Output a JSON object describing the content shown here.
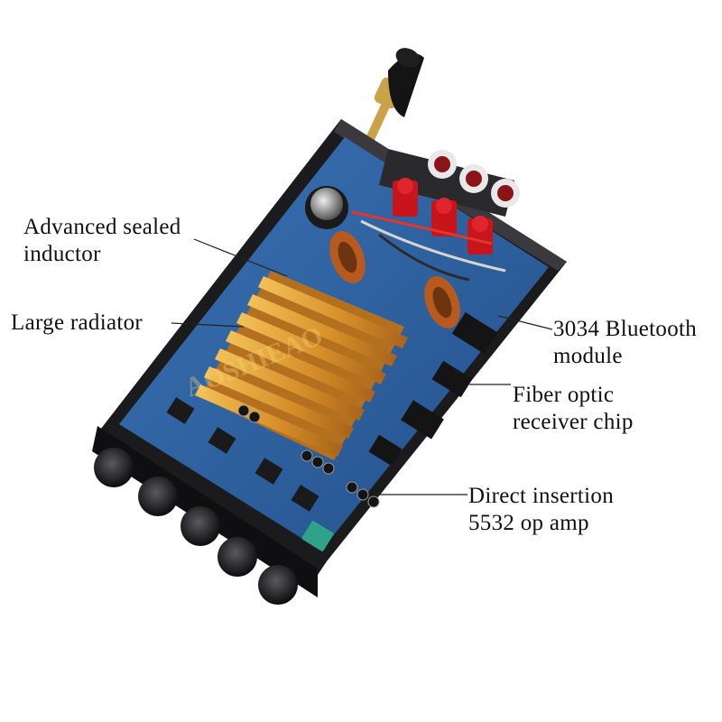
{
  "labels": {
    "inductor": {
      "line1": "Advanced sealed",
      "line2": "inductor"
    },
    "radiator": {
      "line1": "Large radiator"
    },
    "bluetooth": {
      "line1": "3034 Bluetooth",
      "line2": "module"
    },
    "fiber": {
      "line1": "Fiber optic",
      "line2": "receiver chip"
    },
    "opamp": {
      "line1": "Direct insertion",
      "line2": "5532 op amp"
    }
  },
  "watermark": "AOSHIEAO",
  "colors": {
    "background": "#ffffff",
    "chassis": "#1b1b1d",
    "pcb": "#2d5f9e",
    "heatsink": "#e1a23a",
    "terminal_red": "#c8151b",
    "inductor_copper": "#b85a1e",
    "label_text": "#111111"
  }
}
